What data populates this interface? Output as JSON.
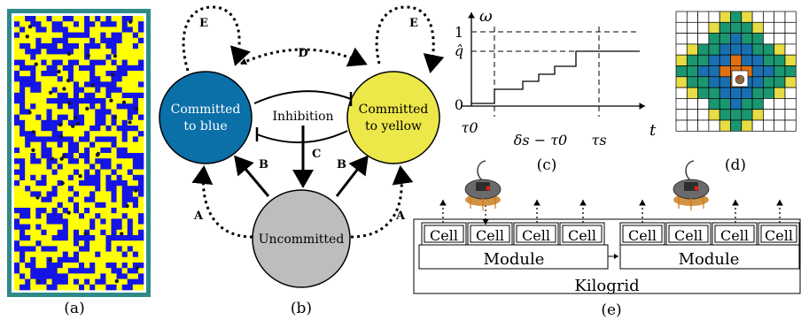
{
  "panels": {
    "a": {
      "caption": "(a)",
      "colors": {
        "blue": "#1414e6",
        "yellow": "#ffff00",
        "frame": "#2e8b87"
      }
    },
    "b": {
      "caption": "(b)",
      "states": {
        "blue": {
          "line1": "Committed",
          "line2": "to blue",
          "color": "#0b6fa8"
        },
        "yellow": {
          "line1": "Committed",
          "line2": "to yellow",
          "color": "#ede84a"
        },
        "uncommitted": {
          "label": "Uncommitted",
          "color": "#bdbdbd"
        }
      },
      "inhibition": "Inhibition",
      "transitions": {
        "A": "A",
        "B": "B",
        "C": "C",
        "D": "D",
        "E": "E"
      }
    },
    "c": {
      "caption": "(c)",
      "y_label": "ω",
      "x_label": "t",
      "y_ticks": {
        "one": "1",
        "qhat": "q̂",
        "zero": "0"
      },
      "x_ticks": {
        "tau0": "τ0",
        "delta": "δs − τ0",
        "taus": "τs"
      }
    },
    "d": {
      "caption": "(d)",
      "ring_colors": [
        "#e8dc45",
        "#1a9670",
        "#1a6fb0",
        "#e07010"
      ]
    },
    "e": {
      "caption": "(e)",
      "cell_label": "Cell",
      "module_label": "Module",
      "kilogrid_label": "Kilogrid"
    }
  }
}
